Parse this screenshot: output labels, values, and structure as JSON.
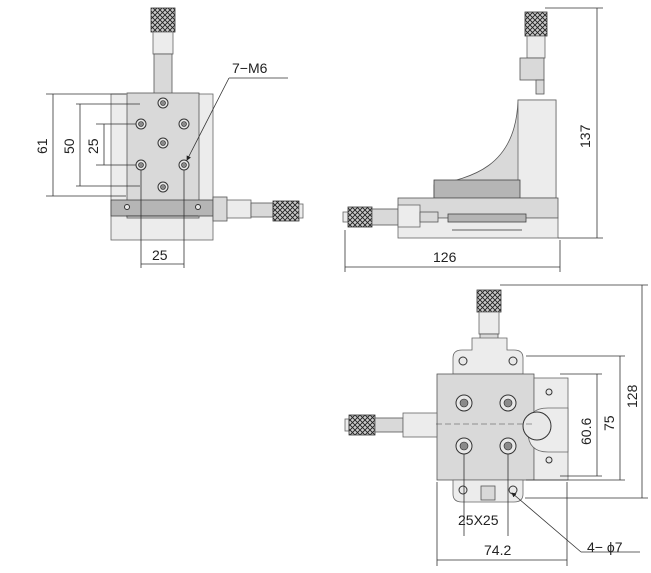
{
  "front_view": {
    "callout_tapped_holes": "7−M6",
    "dim_height_outer": "61",
    "dim_height_mid": "50",
    "dim_height_inner": "25",
    "dim_width_bottom": "25"
  },
  "side_view": {
    "dim_height": "137",
    "dim_length": "126"
  },
  "top_view": {
    "dim_height_total": "128",
    "dim_height_mid": "75",
    "dim_height_inner": "60.6",
    "dim_hole_grid": "25X25",
    "dim_width": "74.2",
    "callout_through_holes": "4− ϕ7"
  }
}
